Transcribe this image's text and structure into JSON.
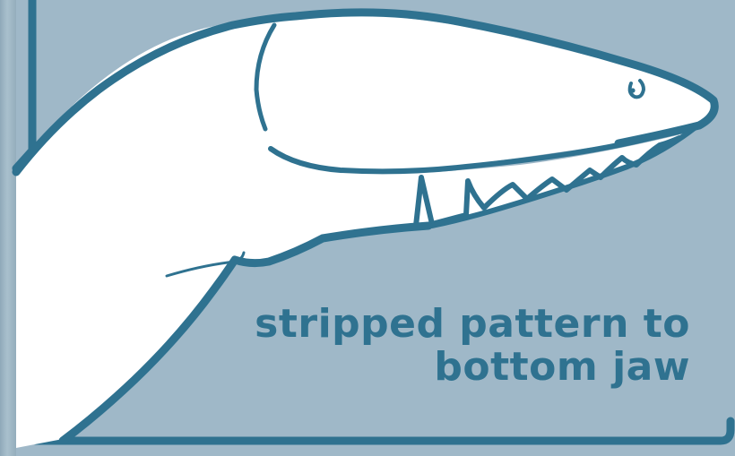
{
  "caption": {
    "text": "stripped pattern to bottom jaw",
    "line1": "stripped pattern to",
    "line2": "bottom jaw"
  },
  "colors": {
    "background": "#9fb8c8",
    "outline": "#2f7290",
    "fill": "#ffffff",
    "caption": "#2f7290"
  },
  "figure": {
    "subject": "shark head profile",
    "icon": "shark-head-icon"
  }
}
